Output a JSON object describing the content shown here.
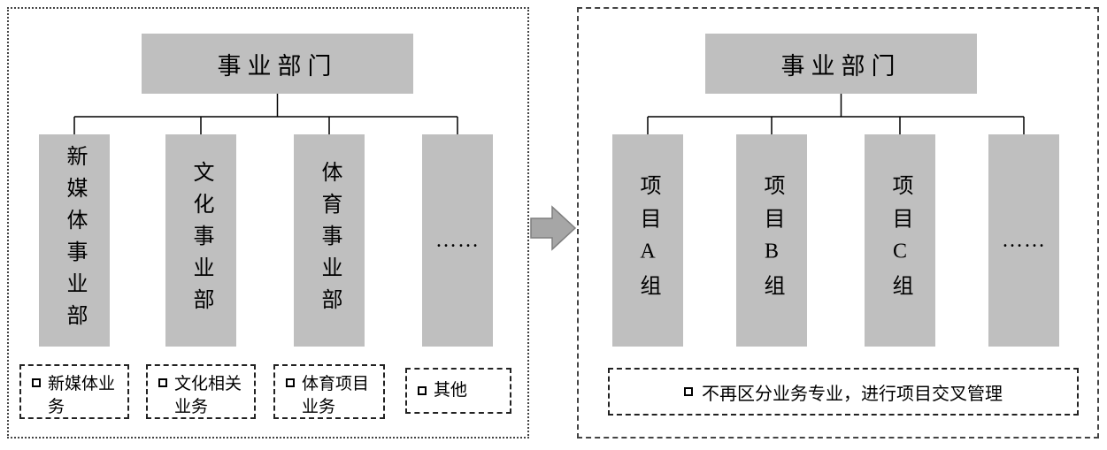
{
  "left_panel": {
    "root_label": "事业部门",
    "departments": [
      {
        "label": "新媒体事业部",
        "note": "新媒体业务"
      },
      {
        "label": "文化事业部",
        "note": "文化相关业务"
      },
      {
        "label": "体育事业部",
        "note": "体育项目业务"
      },
      {
        "label": "……",
        "note": "其他"
      }
    ]
  },
  "right_panel": {
    "root_label": "事业部门",
    "groups": [
      {
        "label": "项目A组"
      },
      {
        "label": "项目B组"
      },
      {
        "label": "项目C组"
      },
      {
        "label": "……"
      }
    ],
    "note": "不再区分业务专业，进行项目交叉管理"
  },
  "colors": {
    "box_fill": "#bfbfbf",
    "arrow_fill": "#a6a6a6",
    "arrow_stroke": "#7f7f7f",
    "line": "#000000"
  }
}
